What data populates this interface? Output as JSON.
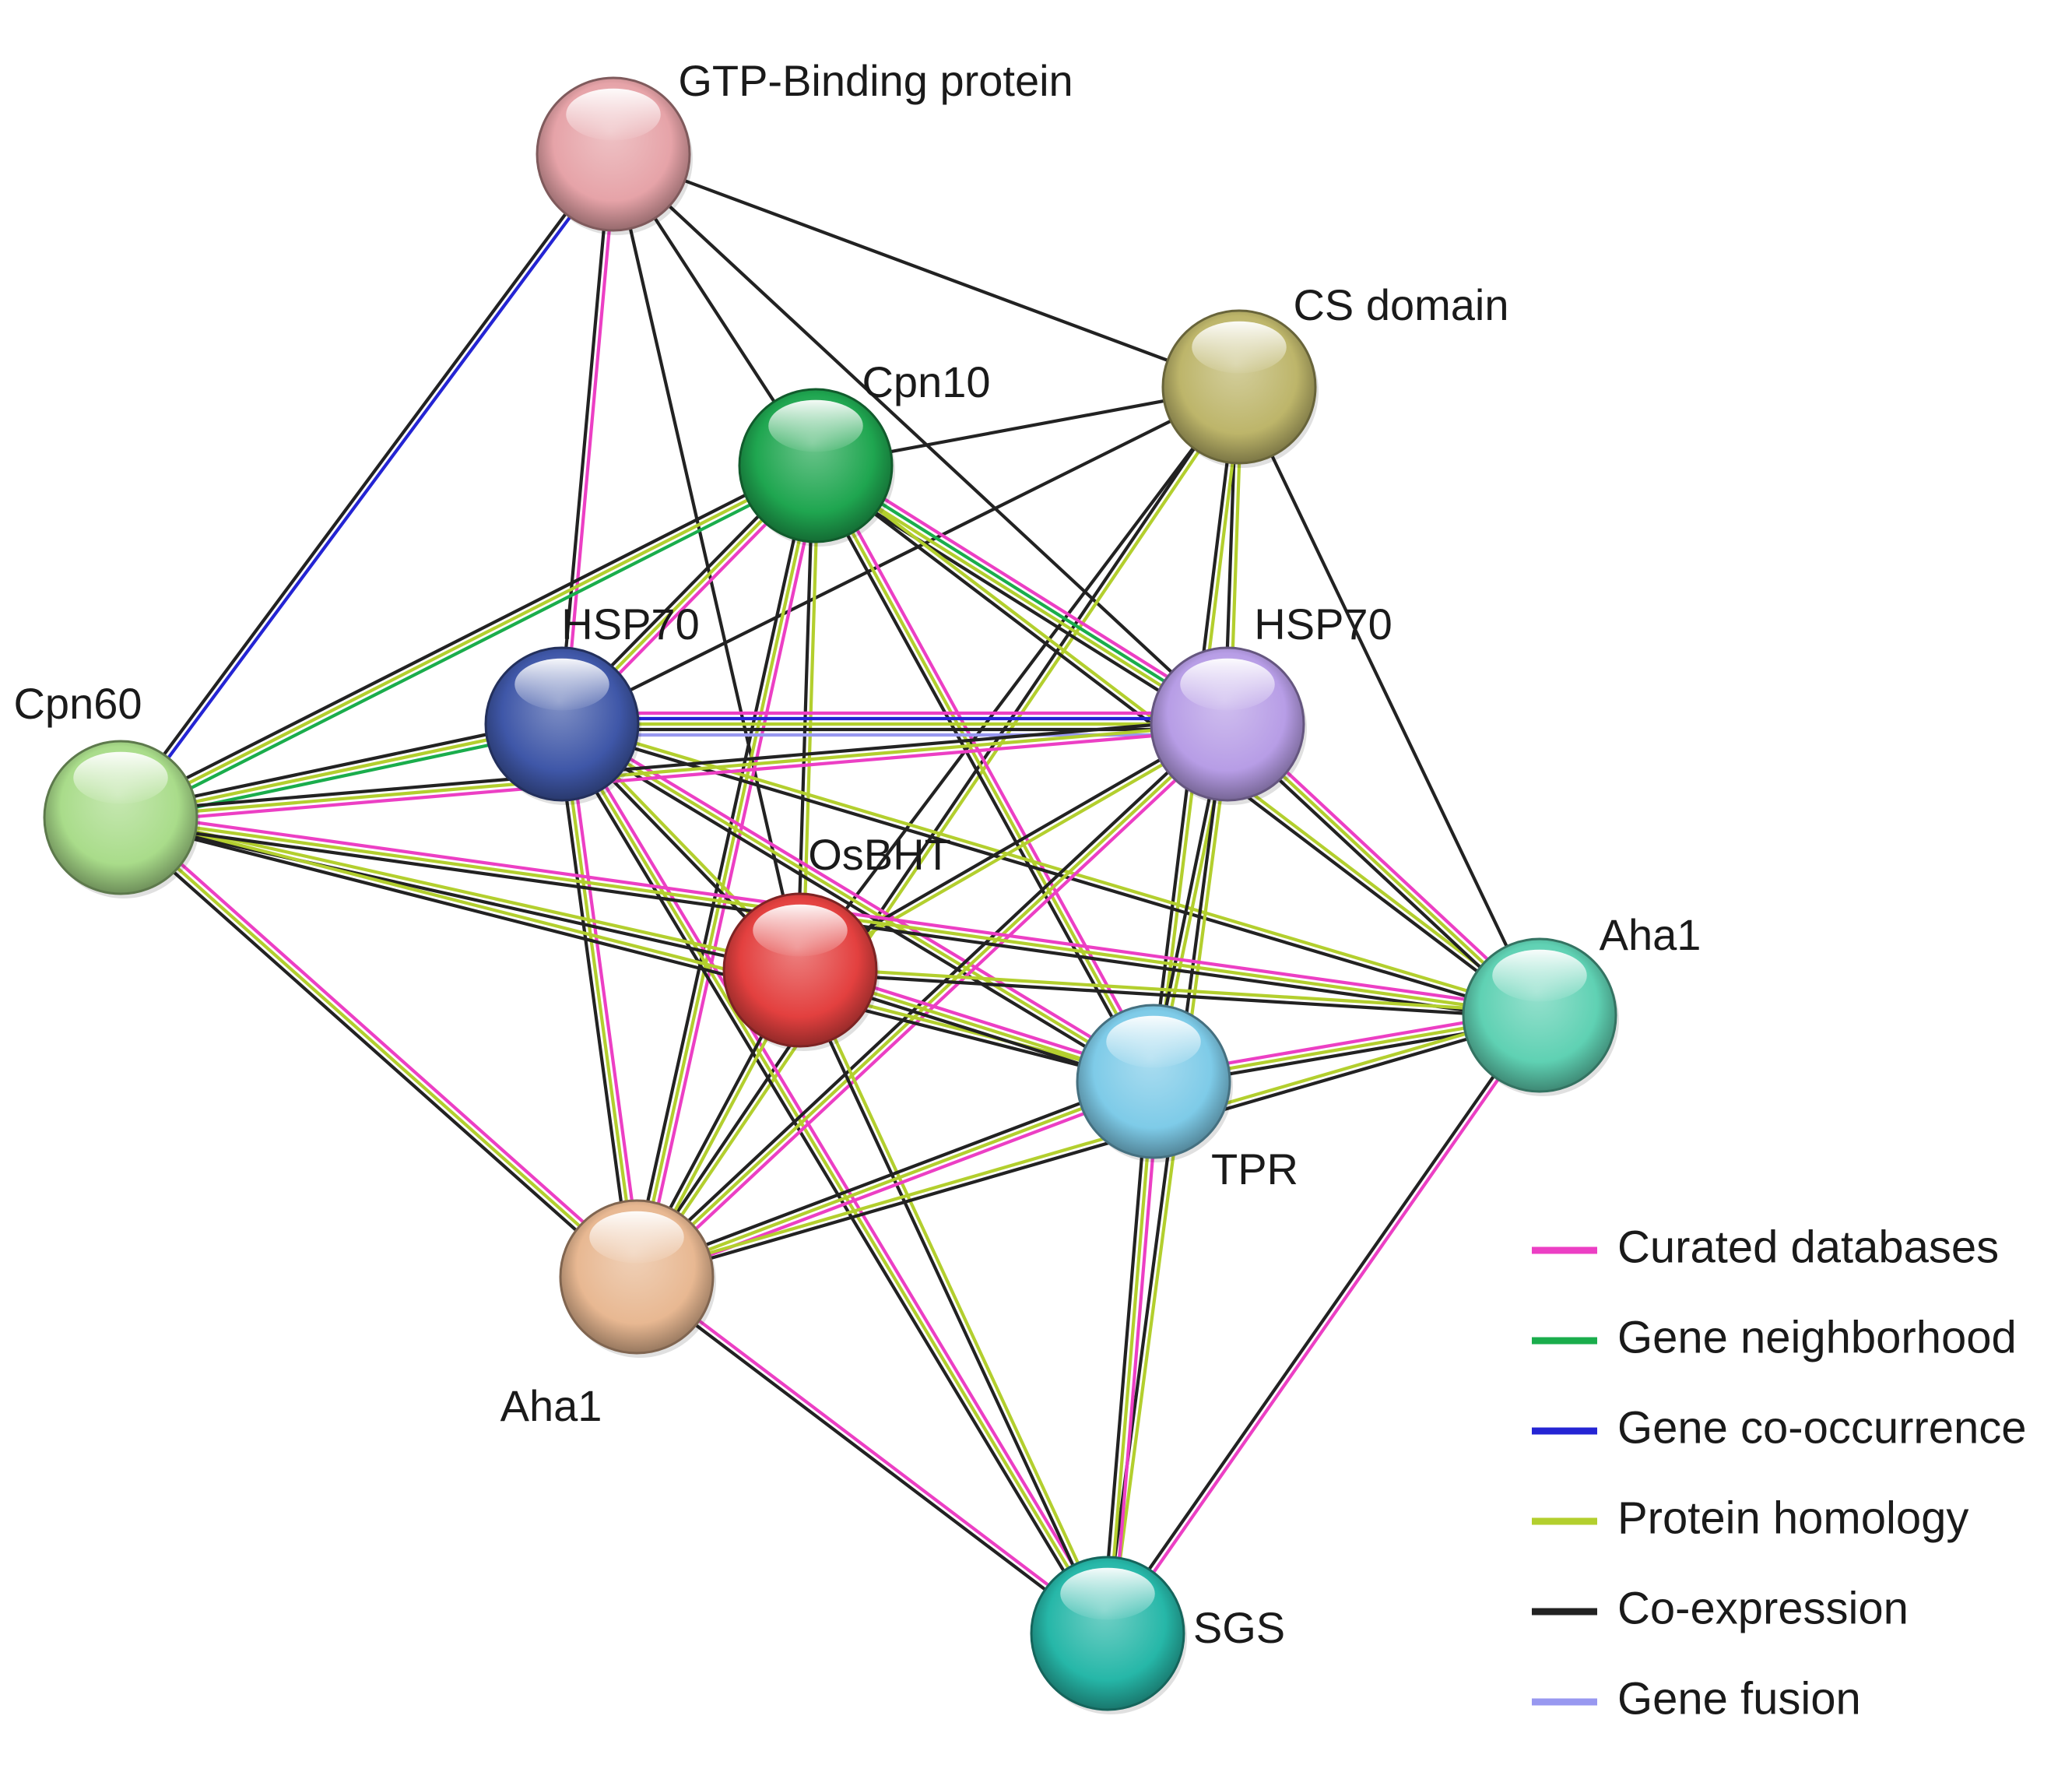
{
  "nodes": [
    {
      "id": "gtp",
      "label": "GTP-Binding protein",
      "color": "#e6a3a8"
    },
    {
      "id": "cs",
      "label": "CS domain",
      "color": "#bdb56a"
    },
    {
      "id": "cpn10",
      "label": "Cpn10",
      "color": "#1fa650"
    },
    {
      "id": "hsp70a",
      "label": "HSP70",
      "color": "#3f57a8"
    },
    {
      "id": "hsp70b",
      "label": "HSP70",
      "color": "#b79de6"
    },
    {
      "id": "cpn60",
      "label": "Cpn60",
      "color": "#a9dc8a"
    },
    {
      "id": "osbht",
      "label": "OsBHT",
      "color": "#e3403f"
    },
    {
      "id": "aha1r",
      "label": "Aha1",
      "color": "#5fd1b3"
    },
    {
      "id": "tpr",
      "label": "TPR",
      "color": "#7ecbe8"
    },
    {
      "id": "aha1l",
      "label": "Aha1",
      "color": "#e8b892"
    },
    {
      "id": "sgs",
      "label": "SGS",
      "color": "#26b7a8"
    }
  ],
  "edges": [
    {
      "source": "gtp",
      "target": "cpn60",
      "types": [
        "cooccurrence",
        "coexpression"
      ]
    },
    {
      "source": "gtp",
      "target": "hsp70a",
      "types": [
        "curated",
        "coexpression"
      ]
    },
    {
      "source": "gtp",
      "target": "cpn10",
      "types": [
        "coexpression"
      ]
    },
    {
      "source": "gtp",
      "target": "cs",
      "types": [
        "coexpression"
      ]
    },
    {
      "source": "gtp",
      "target": "osbht",
      "types": [
        "coexpression"
      ]
    },
    {
      "source": "gtp",
      "target": "hsp70b",
      "types": [
        "coexpression"
      ]
    },
    {
      "source": "cs",
      "target": "cpn10",
      "types": [
        "coexpression"
      ]
    },
    {
      "source": "cs",
      "target": "hsp70a",
      "types": [
        "coexpression"
      ]
    },
    {
      "source": "cs",
      "target": "hsp70b",
      "types": [
        "homology",
        "coexpression"
      ]
    },
    {
      "source": "cs",
      "target": "tpr",
      "types": [
        "homology",
        "coexpression"
      ]
    },
    {
      "source": "cs",
      "target": "aha1r",
      "types": [
        "coexpression"
      ]
    },
    {
      "source": "cs",
      "target": "aha1l",
      "types": [
        "homology",
        "coexpression"
      ]
    },
    {
      "source": "cs",
      "target": "osbht",
      "types": [
        "coexpression"
      ]
    },
    {
      "source": "cpn10",
      "target": "cpn60",
      "types": [
        "neighborhood",
        "homology",
        "coexpression"
      ]
    },
    {
      "source": "cpn10",
      "target": "hsp70a",
      "types": [
        "curated",
        "homology",
        "coexpression"
      ]
    },
    {
      "source": "cpn10",
      "target": "hsp70b",
      "types": [
        "curated",
        "neighborhood",
        "homology",
        "coexpression"
      ]
    },
    {
      "source": "cpn10",
      "target": "osbht",
      "types": [
        "homology",
        "coexpression"
      ]
    },
    {
      "source": "cpn10",
      "target": "tpr",
      "types": [
        "curated",
        "homology",
        "coexpression"
      ]
    },
    {
      "source": "cpn10",
      "target": "aha1r",
      "types": [
        "homology",
        "coexpression"
      ]
    },
    {
      "source": "cpn10",
      "target": "aha1l",
      "types": [
        "curated",
        "homology",
        "coexpression"
      ]
    },
    {
      "source": "hsp70a",
      "target": "hsp70b",
      "types": [
        "curated",
        "cooccurrence",
        "homology",
        "coexpression",
        "fusion"
      ]
    },
    {
      "source": "hsp70a",
      "target": "cpn60",
      "types": [
        "neighborhood",
        "homology",
        "coexpression"
      ]
    },
    {
      "source": "hsp70a",
      "target": "osbht",
      "types": [
        "homology",
        "coexpression"
      ]
    },
    {
      "source": "hsp70a",
      "target": "tpr",
      "types": [
        "curated",
        "homology",
        "coexpression"
      ]
    },
    {
      "source": "hsp70a",
      "target": "aha1l",
      "types": [
        "curated",
        "homology",
        "coexpression"
      ]
    },
    {
      "source": "hsp70a",
      "target": "sgs",
      "types": [
        "curated",
        "homology",
        "coexpression"
      ]
    },
    {
      "source": "hsp70a",
      "target": "aha1r",
      "types": [
        "homology",
        "coexpression"
      ]
    },
    {
      "source": "hsp70b",
      "target": "cpn60",
      "types": [
        "curated",
        "homology",
        "coexpression"
      ]
    },
    {
      "source": "hsp70b",
      "target": "osbht",
      "types": [
        "homology",
        "coexpression"
      ]
    },
    {
      "source": "hsp70b",
      "target": "tpr",
      "types": [
        "homology",
        "coexpression"
      ]
    },
    {
      "source": "hsp70b",
      "target": "aha1r",
      "types": [
        "curated",
        "homology",
        "coexpression"
      ]
    },
    {
      "source": "hsp70b",
      "target": "aha1l",
      "types": [
        "curated",
        "homology",
        "coexpression"
      ]
    },
    {
      "source": "hsp70b",
      "target": "sgs",
      "types": [
        "homology",
        "coexpression"
      ]
    },
    {
      "source": "cpn60",
      "target": "osbht",
      "types": [
        "homology",
        "coexpression"
      ]
    },
    {
      "source": "cpn60",
      "target": "tpr",
      "types": [
        "homology",
        "coexpression"
      ]
    },
    {
      "source": "cpn60",
      "target": "aha1r",
      "types": [
        "curated",
        "homology",
        "coexpression"
      ]
    },
    {
      "source": "cpn60",
      "target": "aha1l",
      "types": [
        "curated",
        "homology",
        "coexpression"
      ]
    },
    {
      "source": "osbht",
      "target": "tpr",
      "types": [
        "curated",
        "homology",
        "coexpression"
      ]
    },
    {
      "source": "osbht",
      "target": "aha1r",
      "types": [
        "homology",
        "coexpression"
      ]
    },
    {
      "source": "osbht",
      "target": "aha1l",
      "types": [
        "homology",
        "coexpression"
      ]
    },
    {
      "source": "osbht",
      "target": "sgs",
      "types": [
        "homology",
        "coexpression"
      ]
    },
    {
      "source": "tpr",
      "target": "aha1r",
      "types": [
        "curated",
        "homology",
        "coexpression"
      ]
    },
    {
      "source": "tpr",
      "target": "aha1l",
      "types": [
        "curated",
        "homology",
        "coexpression"
      ]
    },
    {
      "source": "tpr",
      "target": "sgs",
      "types": [
        "curated",
        "homology",
        "coexpression"
      ]
    },
    {
      "source": "aha1r",
      "target": "sgs",
      "types": [
        "curated",
        "coexpression"
      ]
    },
    {
      "source": "aha1l",
      "target": "sgs",
      "types": [
        "curated",
        "coexpression"
      ]
    },
    {
      "source": "aha1l",
      "target": "aha1r",
      "types": [
        "homology",
        "coexpression"
      ]
    }
  ],
  "legend": [
    {
      "key": "curated",
      "label": "Curated databases",
      "color": "#ec3fc4"
    },
    {
      "key": "neighborhood",
      "label": "Gene neighborhood",
      "color": "#1aad4c"
    },
    {
      "key": "cooccurrence",
      "label": "Gene co-occurrence",
      "color": "#2424d4"
    },
    {
      "key": "homology",
      "label": "Protein homology",
      "color": "#b3cf2e"
    },
    {
      "key": "coexpression",
      "label": "Co-expression",
      "color": "#222222"
    },
    {
      "key": "fusion",
      "label": "Gene fusion",
      "color": "#9898f0"
    }
  ]
}
